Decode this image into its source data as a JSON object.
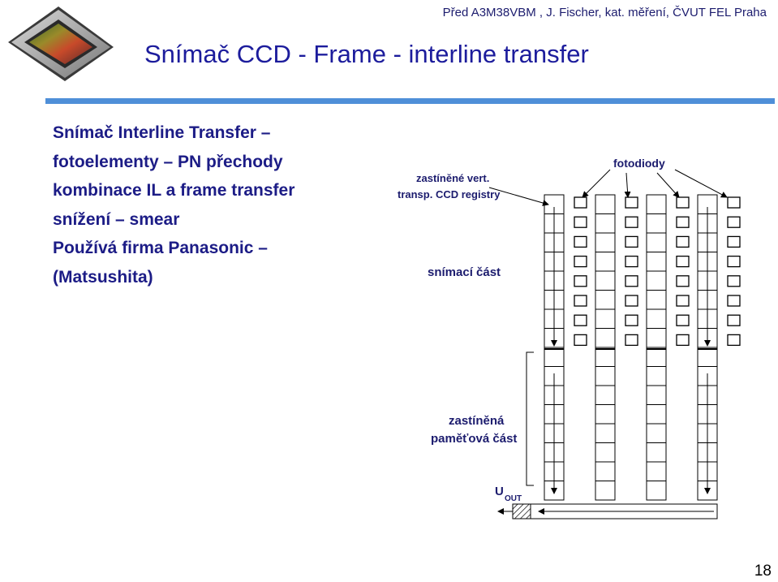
{
  "header": {
    "course_text": "Před A3M38VBM , J. Fischer, kat. měření, ČVUT FEL Praha"
  },
  "slide": {
    "title": "Snímač CCD -  Frame - interline transfer",
    "page_number": "18"
  },
  "bullets": [
    {
      "text": "Snímač Interline Transfer –",
      "style": "bold"
    },
    {
      "text": "fotoelementy  – PN přechody",
      "style": "plain"
    },
    {
      "text": "kombinace IL a frame transfer",
      "style": "plain"
    },
    {
      "text": "snížení  – smear",
      "style": "plain"
    },
    {
      "text": "Používá firma Panasonic –",
      "style": "plain"
    },
    {
      "text": "(Matsushita)",
      "style": "plain"
    }
  ],
  "diagram": {
    "label_shielded_registers_1": "zastíněné vert.",
    "label_shielded_registers_2": "transp. CCD registry",
    "label_photodiodes": "fotodiody",
    "label_sensing_part": "snímací část",
    "label_memory_1": "zastíněná",
    "label_memory_2": "paměťová část",
    "label_output_main": "U",
    "label_output_sub": "OUT"
  },
  "colors": {
    "title": "#1c1c9c",
    "rule": "#4f8fd8",
    "text": "#1c1c86"
  }
}
